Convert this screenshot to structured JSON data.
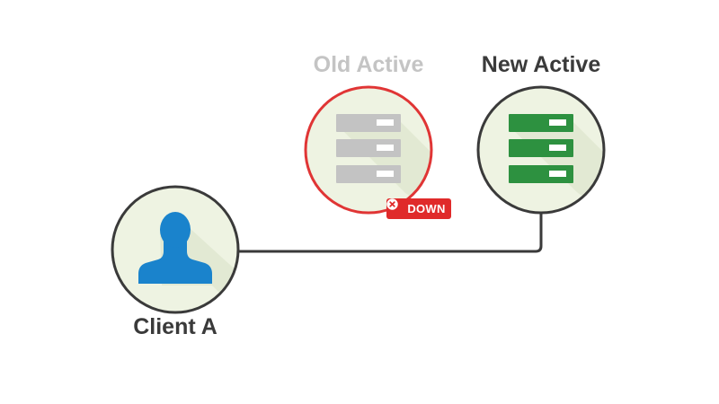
{
  "nodes": {
    "old_active": {
      "label": "Old Active",
      "status": "DOWN"
    },
    "new_active": {
      "label": "New Active"
    },
    "client": {
      "label": "Client A"
    }
  },
  "icons": {
    "server": "server-icon",
    "user": "user-icon",
    "status": "close-circle-icon"
  },
  "colors": {
    "old_ring": "#e03535",
    "old_server": "#c3c3c3",
    "new_server": "#2d9140",
    "client_person": "#1a83cc",
    "down_badge": "#e02a2a",
    "circle_fill": "#eef3e2",
    "ring": "#3a3a3a"
  }
}
